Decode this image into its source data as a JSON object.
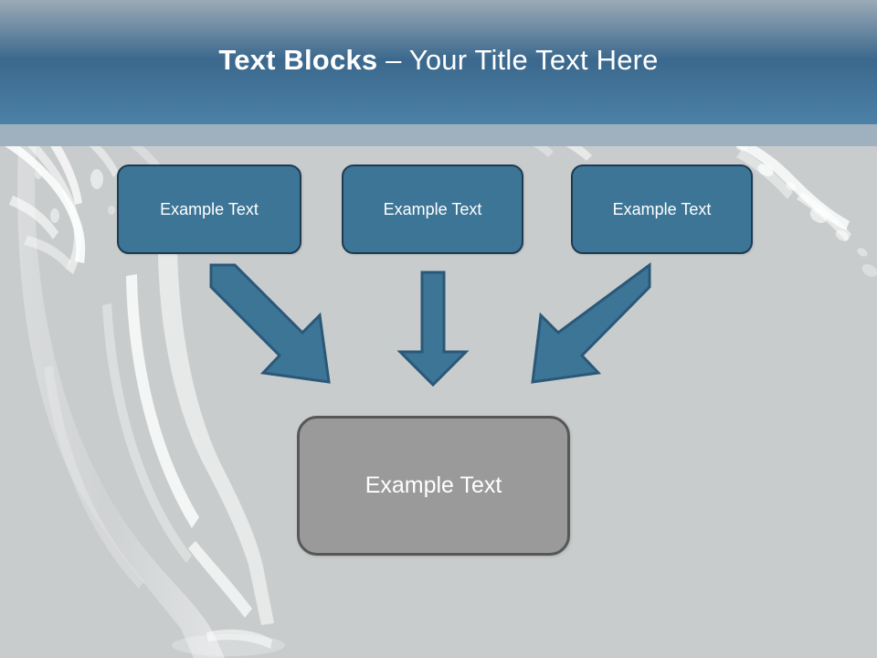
{
  "slide": {
    "title": {
      "bold_part": "Text Blocks",
      "separator": " – ",
      "rest": "Your Title Text Here",
      "full": "Text Blocks – Your Title Text Here"
    },
    "colors": {
      "header_gradient_top": "#2d5372",
      "header_gradient_bottom": "#4c81a6",
      "header_sub_band": "#9fb0bf",
      "body_background": "#c9cccd",
      "box_fill": "#3d7596",
      "box_border": "#1e3a52",
      "result_fill": "#9a9a9a",
      "result_border": "#575757",
      "arrow_fill": "#3d7596",
      "arrow_border": "#2a5878",
      "text": "#ffffff"
    },
    "background_art": {
      "name": "wine-glass-water-splash",
      "description": "faint white wine glass and water splash imagery"
    },
    "top_boxes": [
      {
        "label": "Example Text"
      },
      {
        "label": "Example Text"
      },
      {
        "label": "Example Text"
      }
    ],
    "arrows": [
      {
        "name": "arrow-left-diagonal",
        "direction": "down-right"
      },
      {
        "name": "arrow-middle-vertical",
        "direction": "down"
      },
      {
        "name": "arrow-right-diagonal",
        "direction": "down-left"
      }
    ],
    "result_box": {
      "label": "Example Text"
    }
  }
}
